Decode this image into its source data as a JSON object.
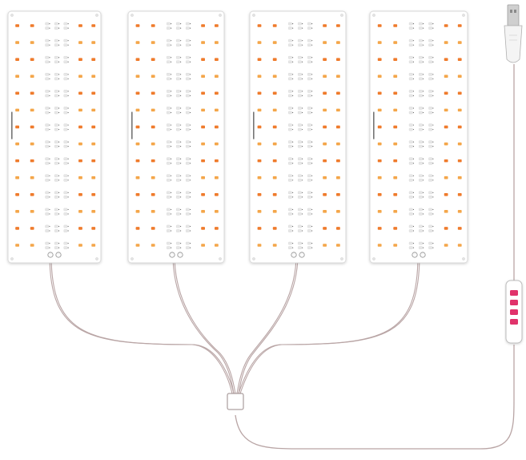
{
  "colors": {
    "background": "#ffffff",
    "panel_fill": "#ffffff",
    "panel_stroke": "#d9d9d9",
    "led_warm": "#f4a64a",
    "led_red": "#ef7b2c",
    "led_white": "#e7e7e7",
    "wire": "#b9a5a5",
    "controller_button": "#e0336b",
    "usb_body": "#f4f4f4",
    "usb_metal": "#cfcfcf"
  },
  "panels": [
    {
      "name": "led-panel-1"
    },
    {
      "name": "led-panel-2"
    },
    {
      "name": "led-panel-3"
    },
    {
      "name": "led-panel-4"
    }
  ],
  "controller": {
    "buttons": 4
  },
  "usb_plug": {
    "icon": "usb-plug-icon"
  }
}
